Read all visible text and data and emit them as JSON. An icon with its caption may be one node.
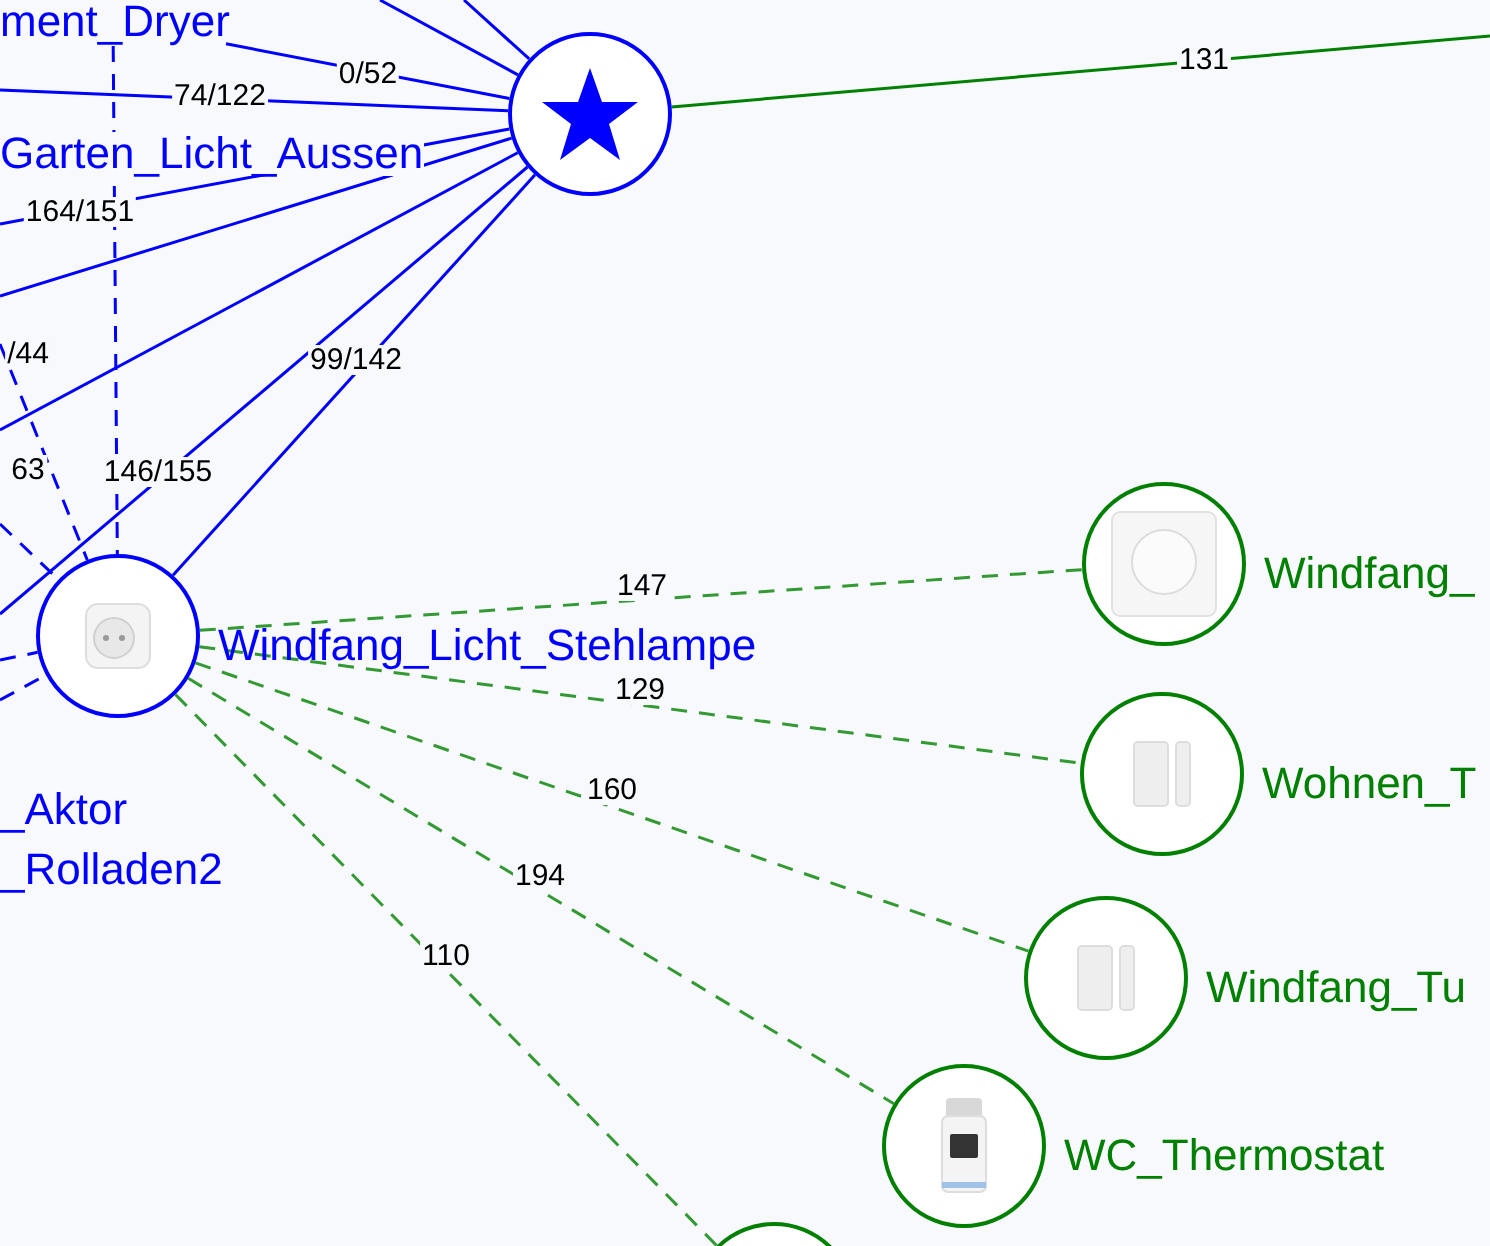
{
  "diagram": {
    "nodes": [
      {
        "text": [],
        "shape": "circle"
      },
      {
        "text": [
          "Windfang_Licht_Stehlampe"
        ]
      },
      {
        "text": [
          "Windfang_"
        ]
      },
      {
        "text": [
          "Wohnen_T"
        ]
      },
      {
        "text": [
          "Windfang_Tu"
        ]
      },
      {
        "text": [
          "WC_Thermostat"
        ]
      },
      {
        "text": [],
        "shape": "circle"
      },
      {
        "text": [
          "ment_Dryer"
        ]
      },
      {
        "text": [
          "_Aktor"
        ]
      },
      {
        "text": [
          "_Rolladen2"
        ]
      }
    ],
    "edges": [
      {
        "from": null,
        "to": 0,
        "arrow": "none"
      },
      {
        "from": null,
        "to": 0,
        "arrow": "none"
      },
      {
        "from": 7,
        "to": 0,
        "arrow": "none",
        "label": "0/52"
      },
      {
        "from": null,
        "to": 0,
        "arrow": "none",
        "label": "74/122"
      },
      {
        "from": null,
        "to": 0,
        "arrow": "none",
        "label": "164/151"
      },
      {
        "from": null,
        "to": 0,
        "arrow": "none"
      },
      {
        "from": null,
        "to": 0,
        "arrow": "none",
        "label": "63"
      },
      {
        "from": null,
        "to": 0,
        "arrow": "none"
      },
      {
        "from": 1,
        "to": 0,
        "arrow": "none",
        "label": "99/142"
      },
      {
        "from": 7,
        "to": 1,
        "arrow": "none",
        "style": "dashed",
        "label": "146/155"
      },
      {
        "from": null,
        "to": 1,
        "arrow": "none",
        "style": "dashed",
        "label": "/44"
      },
      {
        "from": null,
        "to": 1,
        "arrow": "none",
        "style": "dashed"
      },
      {
        "from": null,
        "to": 1,
        "arrow": "none",
        "style": "dashed"
      },
      {
        "from": null,
        "to": 1,
        "arrow": "none",
        "style": "dashed"
      },
      {
        "from": 0,
        "to": null,
        "arrow": "none",
        "color": "#008000",
        "label": "131"
      },
      {
        "from": 1,
        "to": 2,
        "arrow": "none",
        "style": "dashed",
        "color": "#339933",
        "label": "147"
      },
      {
        "from": 1,
        "to": 3,
        "arrow": "none",
        "style": "dashed",
        "color": "#339933",
        "label": "129"
      },
      {
        "from": 1,
        "to": 4,
        "arrow": "none",
        "style": "dashed",
        "color": "#339933",
        "label": "160"
      },
      {
        "from": 1,
        "to": 5,
        "arrow": "none",
        "style": "dashed",
        "color": "#339933",
        "label": "194"
      },
      {
        "from": 1,
        "to": 6,
        "arrow": "none",
        "style": "dashed",
        "color": "#339933",
        "label": "110"
      }
    ],
    "labels": [
      "Garten_Licht_Aussen"
    ]
  }
}
